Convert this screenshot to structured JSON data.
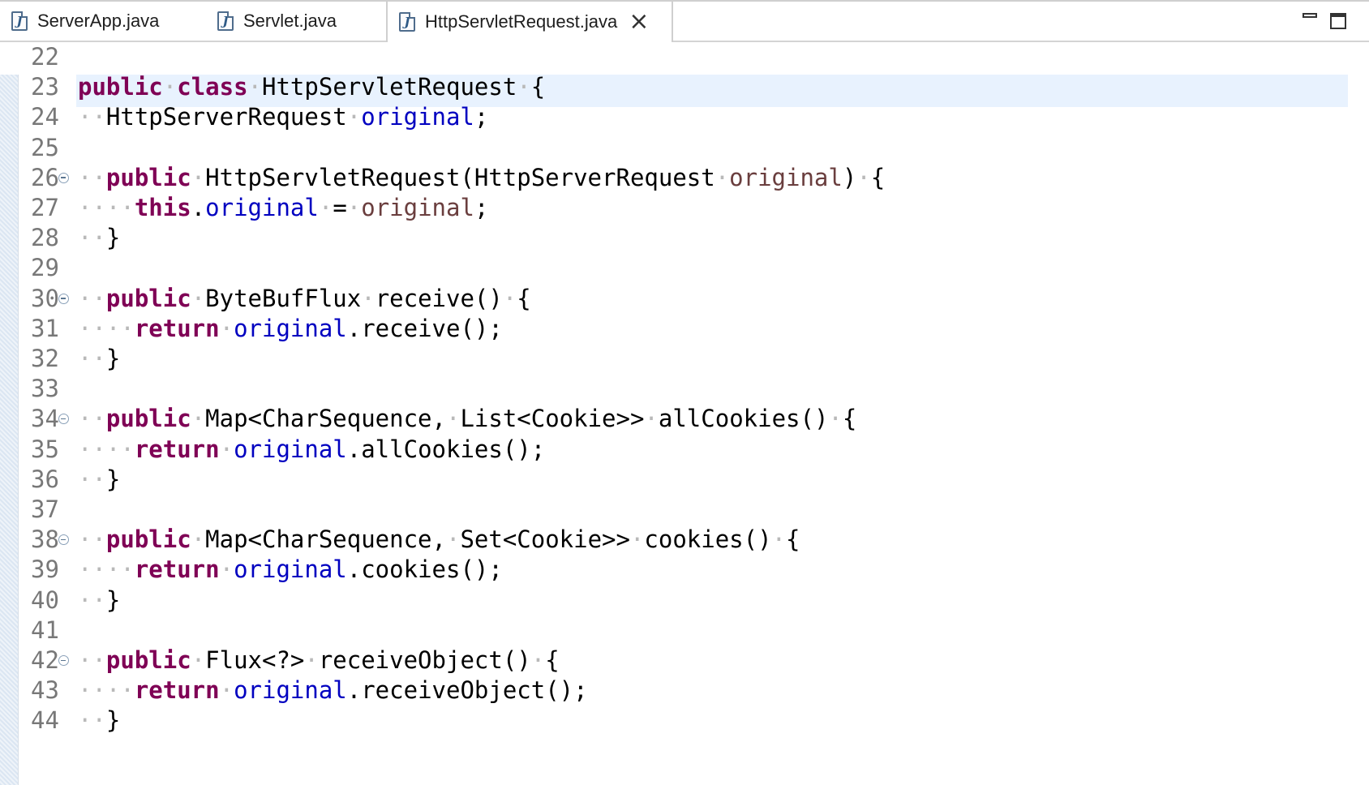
{
  "tabs": [
    {
      "label": "ServerApp.java",
      "icon": "java-file-icon"
    },
    {
      "label": "Servlet.java",
      "icon": "java-file-icon"
    },
    {
      "label": "HttpServletRequest.java",
      "icon": "java-file-icon",
      "active": true,
      "close": "×"
    }
  ],
  "file_icon_glyph": "J",
  "colors": {
    "keyword": "#7f0055",
    "field": "#0000c0",
    "parameter": "#6a3e3e",
    "whitespace_marker": "#b9b9b9",
    "current_line": "#e8f2fe"
  },
  "editor": {
    "current_line": "23",
    "lines": [
      {
        "num": "22",
        "fold": false,
        "tokens": []
      },
      {
        "num": "23",
        "fold": false,
        "tokens": [
          [
            "kw",
            "public"
          ],
          [
            "ws",
            "·"
          ],
          [
            "kw",
            "class"
          ],
          [
            "ws",
            "·"
          ],
          [
            "t",
            "HttpServletRequest"
          ],
          [
            "ws",
            "·"
          ],
          [
            "t",
            "{"
          ]
        ]
      },
      {
        "num": "24",
        "fold": false,
        "tokens": [
          [
            "ws",
            "··"
          ],
          [
            "t",
            "HttpServerRequest"
          ],
          [
            "ws",
            "·"
          ],
          [
            "field",
            "original"
          ],
          [
            "t",
            ";"
          ]
        ]
      },
      {
        "num": "25",
        "fold": false,
        "tokens": []
      },
      {
        "num": "26",
        "fold": true,
        "tokens": [
          [
            "ws",
            "··"
          ],
          [
            "kw",
            "public"
          ],
          [
            "ws",
            "·"
          ],
          [
            "t",
            "HttpServletRequest(HttpServerRequest"
          ],
          [
            "ws",
            "·"
          ],
          [
            "param",
            "original"
          ],
          [
            "t",
            ")"
          ],
          [
            "ws",
            "·"
          ],
          [
            "t",
            "{"
          ]
        ]
      },
      {
        "num": "27",
        "fold": false,
        "tokens": [
          [
            "ws",
            "····"
          ],
          [
            "kw",
            "this"
          ],
          [
            "t",
            "."
          ],
          [
            "field",
            "original"
          ],
          [
            "ws",
            "·"
          ],
          [
            "t",
            "="
          ],
          [
            "ws",
            "·"
          ],
          [
            "param",
            "original"
          ],
          [
            "t",
            ";"
          ]
        ]
      },
      {
        "num": "28",
        "fold": false,
        "tokens": [
          [
            "ws",
            "··"
          ],
          [
            "t",
            "}"
          ]
        ]
      },
      {
        "num": "29",
        "fold": false,
        "tokens": []
      },
      {
        "num": "30",
        "fold": true,
        "tokens": [
          [
            "ws",
            "··"
          ],
          [
            "kw",
            "public"
          ],
          [
            "ws",
            "·"
          ],
          [
            "t",
            "ByteBufFlux"
          ],
          [
            "ws",
            "·"
          ],
          [
            "t",
            "receive()"
          ],
          [
            "ws",
            "·"
          ],
          [
            "t",
            "{"
          ]
        ]
      },
      {
        "num": "31",
        "fold": false,
        "tokens": [
          [
            "ws",
            "····"
          ],
          [
            "kw",
            "return"
          ],
          [
            "ws",
            "·"
          ],
          [
            "field",
            "original"
          ],
          [
            "t",
            ".receive();"
          ]
        ]
      },
      {
        "num": "32",
        "fold": false,
        "tokens": [
          [
            "ws",
            "··"
          ],
          [
            "t",
            "}"
          ]
        ]
      },
      {
        "num": "33",
        "fold": false,
        "tokens": []
      },
      {
        "num": "34",
        "fold": true,
        "tokens": [
          [
            "ws",
            "··"
          ],
          [
            "kw",
            "public"
          ],
          [
            "ws",
            "·"
          ],
          [
            "t",
            "Map<CharSequence,"
          ],
          [
            "ws",
            "·"
          ],
          [
            "t",
            "List<Cookie>>"
          ],
          [
            "ws",
            "·"
          ],
          [
            "t",
            "allCookies()"
          ],
          [
            "ws",
            "·"
          ],
          [
            "t",
            "{"
          ]
        ]
      },
      {
        "num": "35",
        "fold": false,
        "tokens": [
          [
            "ws",
            "····"
          ],
          [
            "kw",
            "return"
          ],
          [
            "ws",
            "·"
          ],
          [
            "field",
            "original"
          ],
          [
            "t",
            ".allCookies();"
          ]
        ]
      },
      {
        "num": "36",
        "fold": false,
        "tokens": [
          [
            "ws",
            "··"
          ],
          [
            "t",
            "}"
          ]
        ]
      },
      {
        "num": "37",
        "fold": false,
        "tokens": []
      },
      {
        "num": "38",
        "fold": true,
        "tokens": [
          [
            "ws",
            "··"
          ],
          [
            "kw",
            "public"
          ],
          [
            "ws",
            "·"
          ],
          [
            "t",
            "Map<CharSequence,"
          ],
          [
            "ws",
            "·"
          ],
          [
            "t",
            "Set<Cookie>>"
          ],
          [
            "ws",
            "·"
          ],
          [
            "t",
            "cookies()"
          ],
          [
            "ws",
            "·"
          ],
          [
            "t",
            "{"
          ]
        ]
      },
      {
        "num": "39",
        "fold": false,
        "tokens": [
          [
            "ws",
            "····"
          ],
          [
            "kw",
            "return"
          ],
          [
            "ws",
            "·"
          ],
          [
            "field",
            "original"
          ],
          [
            "t",
            ".cookies();"
          ]
        ]
      },
      {
        "num": "40",
        "fold": false,
        "tokens": [
          [
            "ws",
            "··"
          ],
          [
            "t",
            "}"
          ]
        ]
      },
      {
        "num": "41",
        "fold": false,
        "tokens": []
      },
      {
        "num": "42",
        "fold": true,
        "tokens": [
          [
            "ws",
            "··"
          ],
          [
            "kw",
            "public"
          ],
          [
            "ws",
            "·"
          ],
          [
            "t",
            "Flux<?>"
          ],
          [
            "ws",
            "·"
          ],
          [
            "t",
            "receiveObject()"
          ],
          [
            "ws",
            "·"
          ],
          [
            "t",
            "{"
          ]
        ]
      },
      {
        "num": "43",
        "fold": false,
        "tokens": [
          [
            "ws",
            "····"
          ],
          [
            "kw",
            "return"
          ],
          [
            "ws",
            "·"
          ],
          [
            "field",
            "original"
          ],
          [
            "t",
            ".receiveObject();"
          ]
        ]
      },
      {
        "num": "44",
        "fold": false,
        "tokens": [
          [
            "ws",
            "··"
          ],
          [
            "t",
            "}"
          ]
        ]
      }
    ]
  }
}
